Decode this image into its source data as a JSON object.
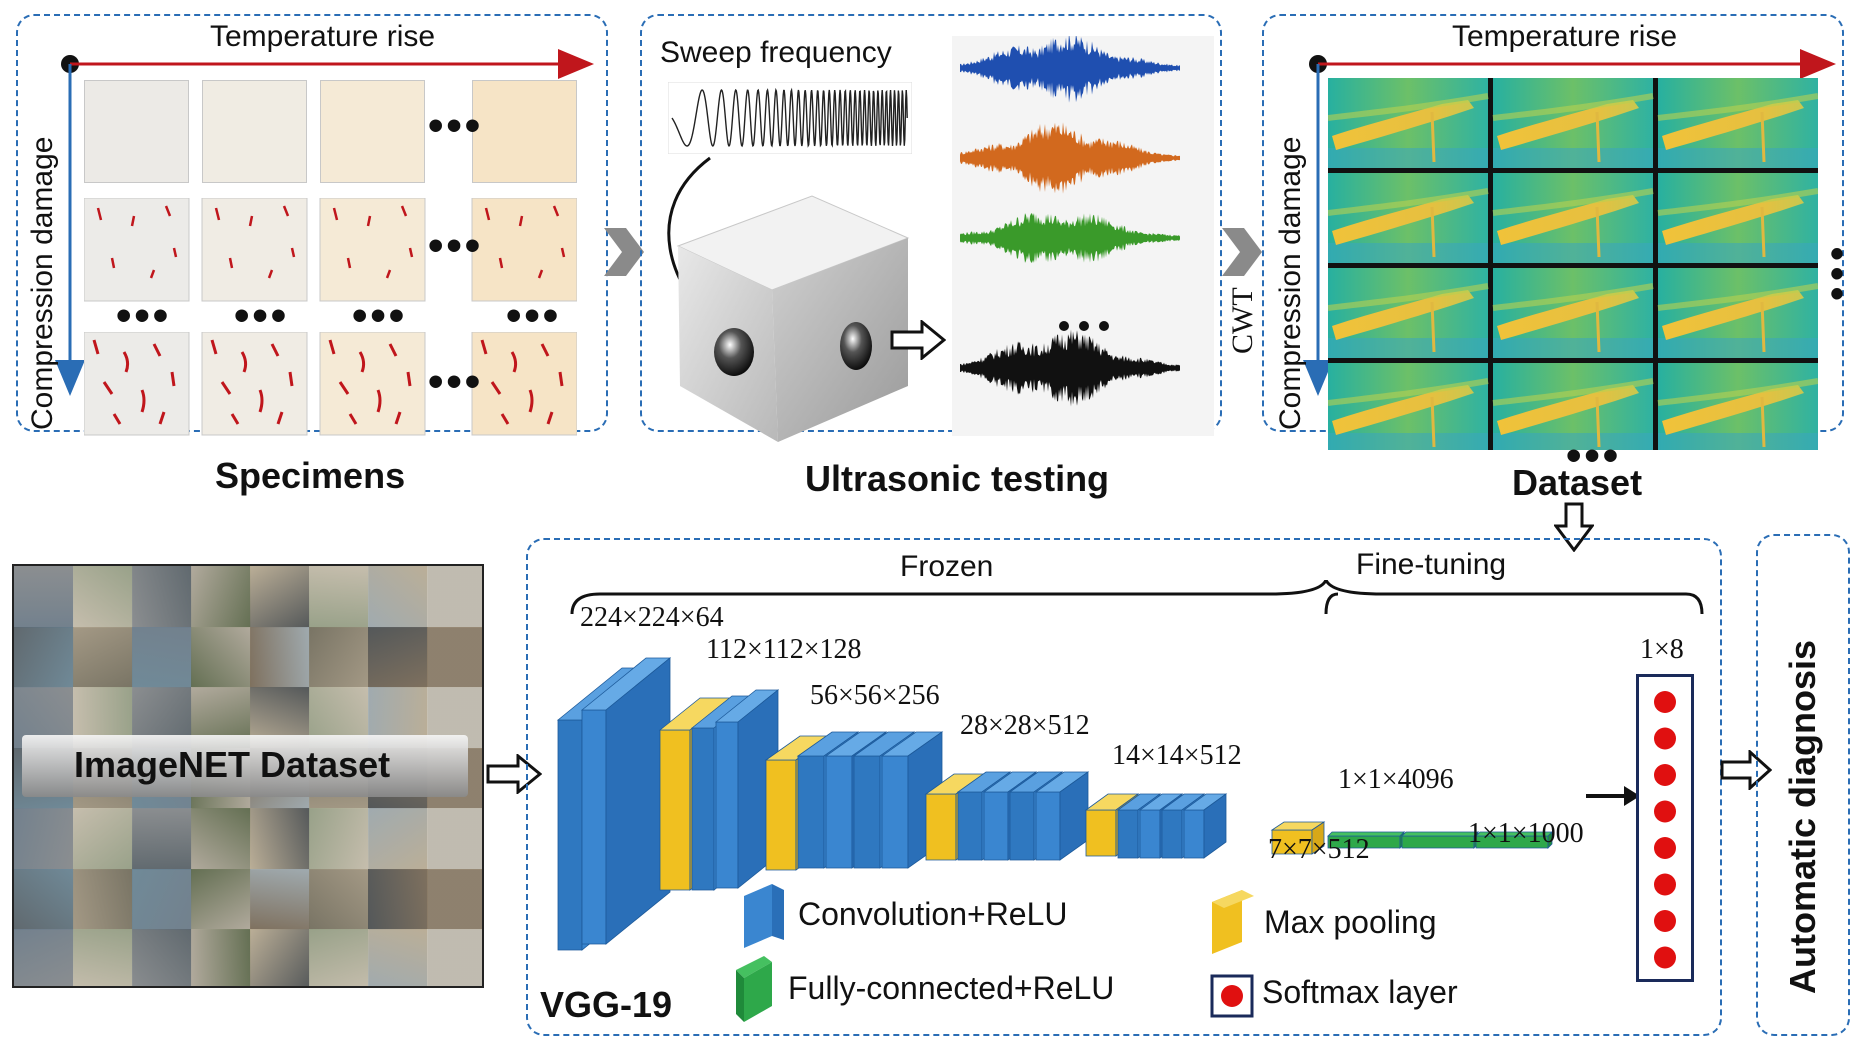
{
  "specimens": {
    "axis_top": "Temperature rise",
    "axis_left": "Compression damage",
    "caption": "Specimens"
  },
  "ultrasonic": {
    "sweep_label": "Sweep frequency",
    "caption": "Ultrasonic testing",
    "waveform_colors": [
      "#1f4fb0",
      "#d2691e",
      "#3a9a2a",
      "#111111"
    ]
  },
  "transform_label": "CWT",
  "dataset": {
    "axis_top": "Temperature rise",
    "axis_left": "Compression damage",
    "caption": "Dataset"
  },
  "imagenet": {
    "label": "ImageNET Dataset"
  },
  "vgg": {
    "name": "VGG-19",
    "frozen_label": "Frozen",
    "finetune_label": "Fine-tuning",
    "dims": [
      "224×224×64",
      "112×112×128",
      "56×56×256",
      "28×28×512",
      "14×14×512",
      "7×7×512",
      "1×1×4096",
      "1×1×1000",
      "1×8"
    ],
    "output_nodes": 8
  },
  "legend": {
    "conv": "Convolution+ReLU",
    "fc": "Fully-connected+ReLU",
    "pool": "Max pooling",
    "softmax": "Softmax layer"
  },
  "diagnosis_label": "Automatic diagnosis",
  "colors": {
    "dashed_border": "#2a6db5",
    "conv_blue": "#3a86d0",
    "pool_yellow": "#f0c020",
    "fc_green": "#2ea84a",
    "axis_red": "#c0161c",
    "axis_blue": "#2a6db5",
    "softmax_red": "#e01010"
  }
}
